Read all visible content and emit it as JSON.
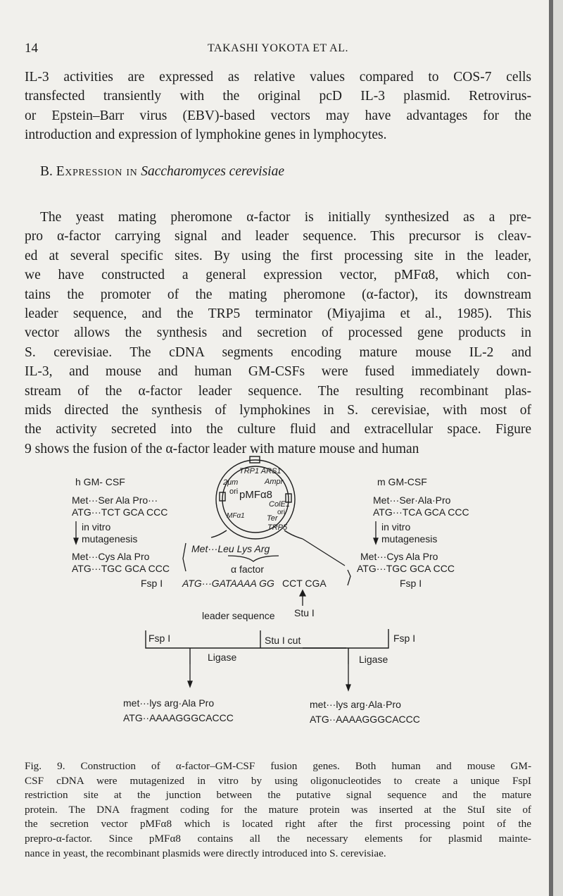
{
  "header": {
    "page_number": "14",
    "running_head": "TAKASHI YOKOTA ET AL."
  },
  "paragraph1": {
    "lines": [
      "IL-3 activities are expressed as relative values compared to COS-7 cells",
      "transfected transiently with the original pcD IL-3 plasmid. Retrovirus-",
      "or Epstein–Barr virus (EBV)-based vectors may have advantages for the",
      "introduction and expression of lymphokine genes in lymphocytes."
    ]
  },
  "section_heading": {
    "label": "B.",
    "small_caps": "Expression in",
    "italic": "Saccharomyces cerevisiae"
  },
  "paragraph2": {
    "lines": [
      "The yeast mating pheromone α-factor is initially synthesized as a pre-",
      "pro α-factor carrying signal and leader sequence. This precursor is cleav-",
      "ed at several specific sites. By using the first processing site in the leader,",
      "we have constructed a general expression vector, pMFα8, which con-",
      "tains the promoter of the mating pheromone (α-factor), its downstream",
      "leader sequence, and the TRP5 terminator (Miyajima et al., 1985). This",
      "vector allows the synthesis and secretion of processed gene products in",
      "S. cerevisiae. The cDNA segments encoding mature mouse IL-2 and",
      "IL-3, and mouse and human GM-CSFs were fused immediately down-",
      "stream of the α-factor leader sequence. The resulting recombinant plas-",
      "mids directed the synthesis of lymphokines in S. cerevisiae, with most of",
      "the activity secreted into the culture fluid and extracellular space. Figure",
      "9 shows the fusion of the α-factor leader with mature mouse and human"
    ]
  },
  "figure": {
    "left_title": "h GM- CSF",
    "left_seq1_aa": "Met···Ser Ala Pro···",
    "left_seq1_dna": "ATG···TCT GCA CCC",
    "left_mut1": "in vitro",
    "left_mut2": "mutagenesis",
    "left_seq2_aa": "Met···Cys Ala Pro",
    "left_seq2_dna": "ATG···TGC GCA CCC",
    "left_site": "Fsp I",
    "right_title": "m GM-CSF",
    "right_seq1_aa": "Met···Ser·Ala·Pro",
    "right_seq1_dna": "ATG···TCA GCA CCC",
    "right_mut1": "in vitro",
    "right_mut2": "mutagenesis",
    "right_seq2_aa": "Met···Cys Ala Pro",
    "right_seq2_dna": "ATG···TGC GCA CCC",
    "right_site": "Fsp I",
    "plasmid_name": "pMFα8",
    "plasmid_trp1ars1": "TRP1 ARS1",
    "plasmid_2um": "2μm",
    "plasmid_ampr": "Ampr",
    "plasmid_ori_left": "ori",
    "plasmid_colei": "ColE1",
    "plasmid_ori_right": "ori",
    "plasmid_mfa1": "MFα1",
    "plasmid_ter": "Ter",
    "plasmid_trp5": "TRP5",
    "alpha_seq_aa": "Met···Leu Lys Arg",
    "alpha_factor": "α factor",
    "alpha_seq_dna_italic": "ATG···GATAAAA GG",
    "alpha_seq_dna_plain": "CCT CGA",
    "leader_sequence": "leader sequence",
    "stu_site": "Stu I",
    "lower_left_site": "Fsp I",
    "lower_center_cut": "Stu I cut",
    "lower_right_site": "Fsp I",
    "ligase_left": "Ligase",
    "ligase_right": "Ligase",
    "product_left_aa": "met···lys arg·Ala Pro",
    "product_left_dna": "ATG··AAAAGGGCACCC",
    "product_right_aa": "met···lys arg·Ala·Pro",
    "product_right_dna": "ATG··AAAAGGGCACCC"
  },
  "caption": {
    "lines": [
      "Fig. 9. Construction of α-factor–GM-CSF fusion genes. Both human and mouse GM-",
      "CSF cDNA were mutagenized in vitro by using oligonucleotides to create a unique FspI",
      "restriction site at the junction between the putative signal sequence and the mature",
      "protein. The DNA fragment coding for the mature protein was inserted at the StuI site of",
      "the secretion vector pMFα8 which is located right after the first processing point of the",
      "prepro-α-factor. Since pMFα8 contains all the necessary elements for plasmid mainte-",
      "nance in yeast, the recombinant plasmids were directly introduced into S. cerevisiae."
    ]
  }
}
